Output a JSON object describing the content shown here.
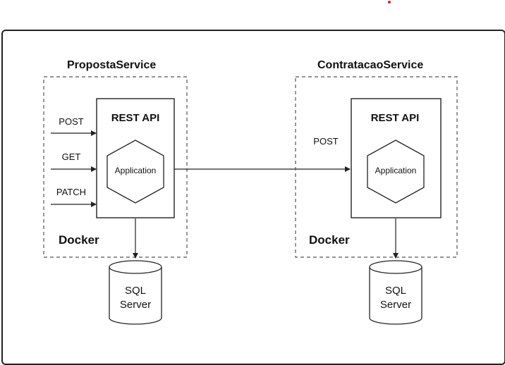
{
  "diagram": {
    "services": [
      {
        "title": "PropostaService",
        "api_label": "REST API",
        "app_label": "Application",
        "methods": [
          "POST",
          "GET",
          "PATCH"
        ],
        "docker_label": "Docker",
        "database": {
          "line1": "SQL",
          "line2": "Server"
        }
      },
      {
        "title": "ContratacaoService",
        "api_label": "REST API",
        "app_label": "Application",
        "methods": [
          "POST"
        ],
        "docker_label": "Docker",
        "database": {
          "line1": "SQL",
          "line2": "Server"
        }
      }
    ],
    "colors": {
      "accent_dot": "#e0182d",
      "stroke": "#222222",
      "dashed_border": "#555555"
    }
  }
}
